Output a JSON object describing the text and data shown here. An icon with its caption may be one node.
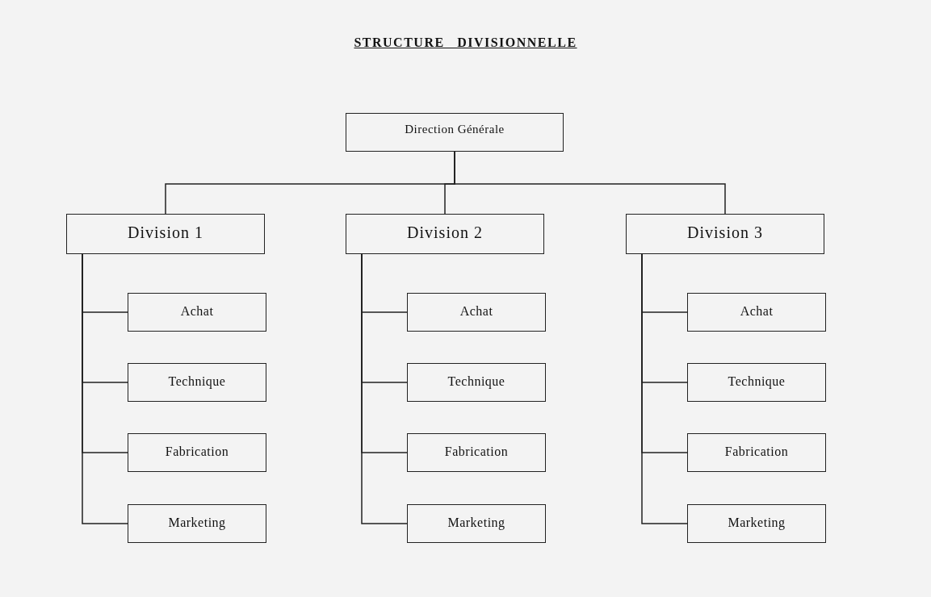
{
  "diagram": {
    "title": "STRUCTURE DIVISIONNELLE",
    "nodes": [
      {
        "text": [
          "Direction Générale"
        ]
      },
      {
        "text": [
          "Division 1"
        ]
      },
      {
        "text": [
          "Division 2"
        ]
      },
      {
        "text": [
          "Division 3"
        ]
      },
      {
        "text": [
          "Achat"
        ]
      },
      {
        "text": [
          "Technique"
        ]
      },
      {
        "text": [
          "Fabrication"
        ]
      },
      {
        "text": [
          "Marketing"
        ]
      },
      {
        "text": [
          "Achat"
        ]
      },
      {
        "text": [
          "Technique"
        ]
      },
      {
        "text": [
          "Fabrication"
        ]
      },
      {
        "text": [
          "Marketing"
        ]
      },
      {
        "text": [
          "Achat"
        ]
      },
      {
        "text": [
          "Technique"
        ]
      },
      {
        "text": [
          "Fabrication"
        ]
      },
      {
        "text": [
          "Marketing"
        ]
      }
    ],
    "edges": [
      {
        "from": 0,
        "to": 1,
        "arrow": "none"
      },
      {
        "from": 0,
        "to": 2,
        "arrow": "none"
      },
      {
        "from": 0,
        "to": 3,
        "arrow": "none"
      },
      {
        "from": 1,
        "to": 4,
        "arrow": "none"
      },
      {
        "from": 1,
        "to": 5,
        "arrow": "none"
      },
      {
        "from": 1,
        "to": 6,
        "arrow": "none"
      },
      {
        "from": 1,
        "to": 7,
        "arrow": "none"
      },
      {
        "from": 2,
        "to": 8,
        "arrow": "none"
      },
      {
        "from": 2,
        "to": 9,
        "arrow": "none"
      },
      {
        "from": 2,
        "to": 10,
        "arrow": "none"
      },
      {
        "from": 2,
        "to": 11,
        "arrow": "none"
      },
      {
        "from": 3,
        "to": 12,
        "arrow": "none"
      },
      {
        "from": 3,
        "to": 13,
        "arrow": "none"
      },
      {
        "from": 3,
        "to": 14,
        "arrow": "none"
      },
      {
        "from": 3,
        "to": 15,
        "arrow": "none"
      }
    ]
  }
}
